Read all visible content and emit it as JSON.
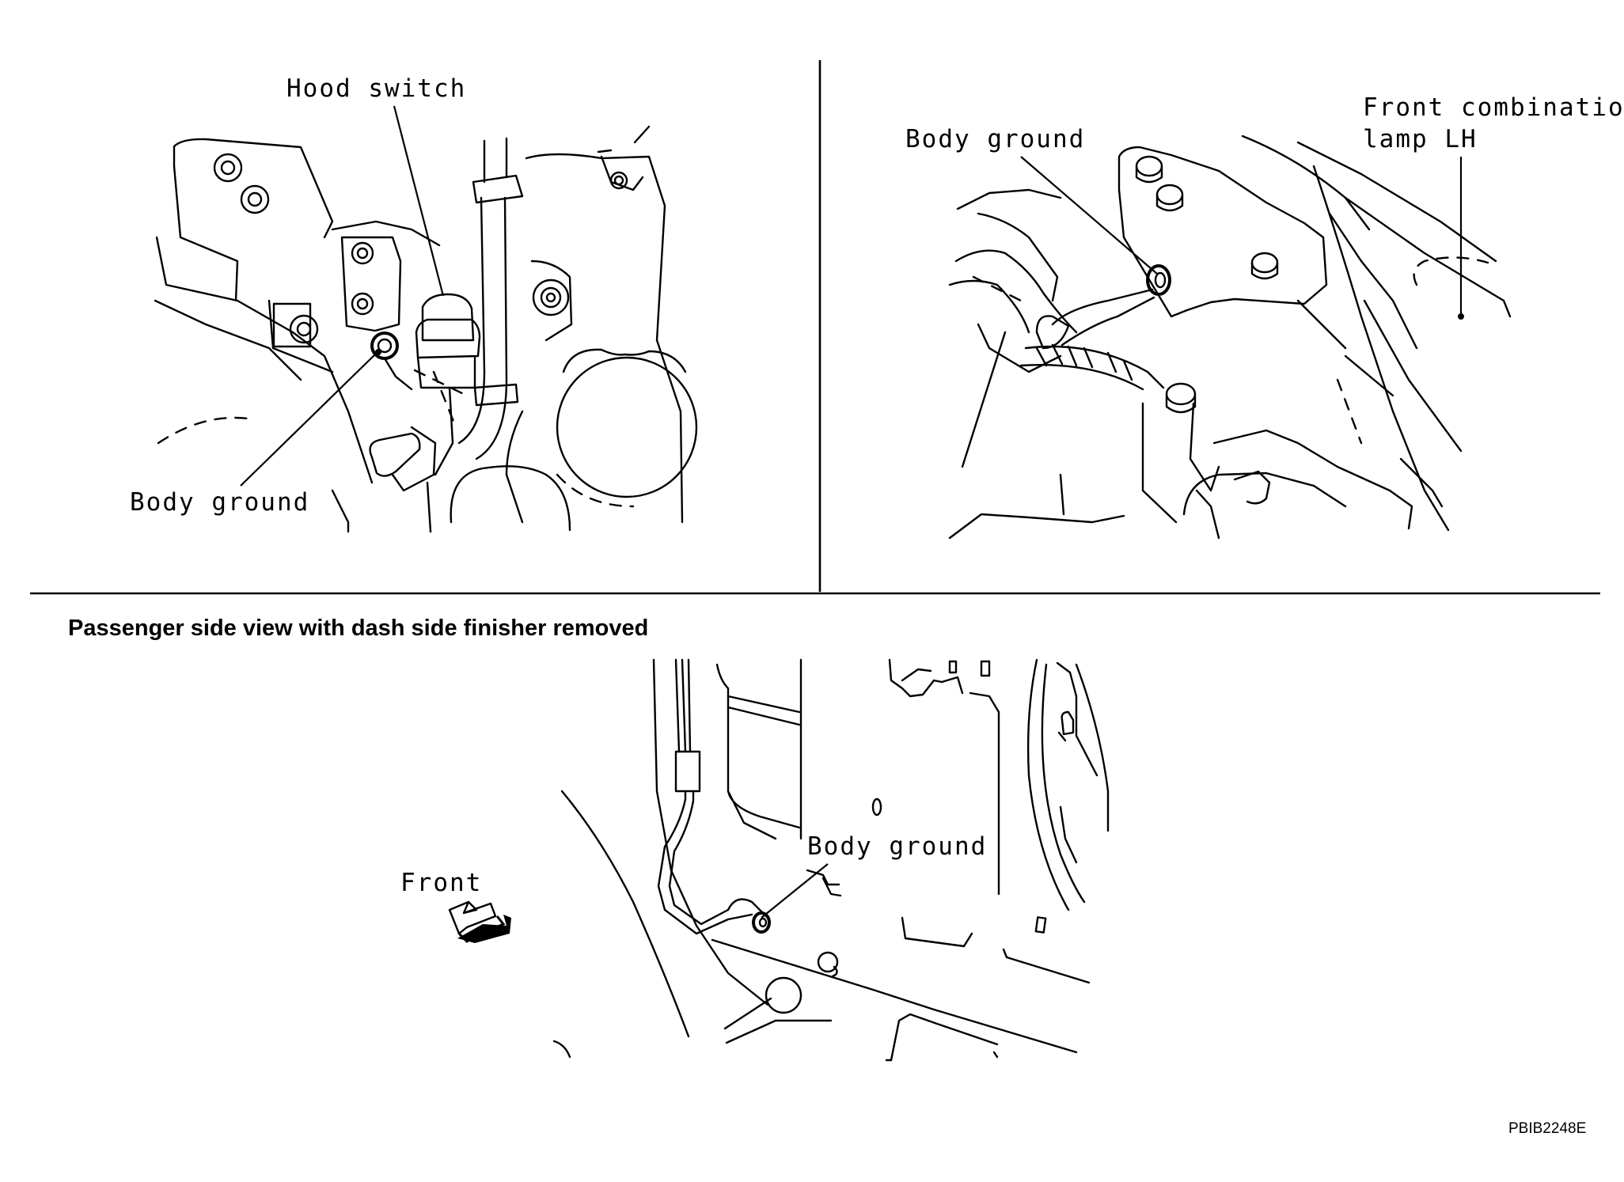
{
  "panels": {
    "top_left": {
      "hood_switch_label": "Hood switch",
      "body_ground_label": "Body ground"
    },
    "top_right": {
      "body_ground_label": "Body ground",
      "lamp_label_line1": "Front combination",
      "lamp_label_line2": "lamp LH"
    },
    "bottom": {
      "caption": "Passenger side view with dash side finisher removed",
      "body_ground_label": "Body ground",
      "front_label": "Front"
    }
  },
  "figure_code": "PBIB2248E",
  "icons": {
    "front_arrow": "front-arrow-icon"
  }
}
